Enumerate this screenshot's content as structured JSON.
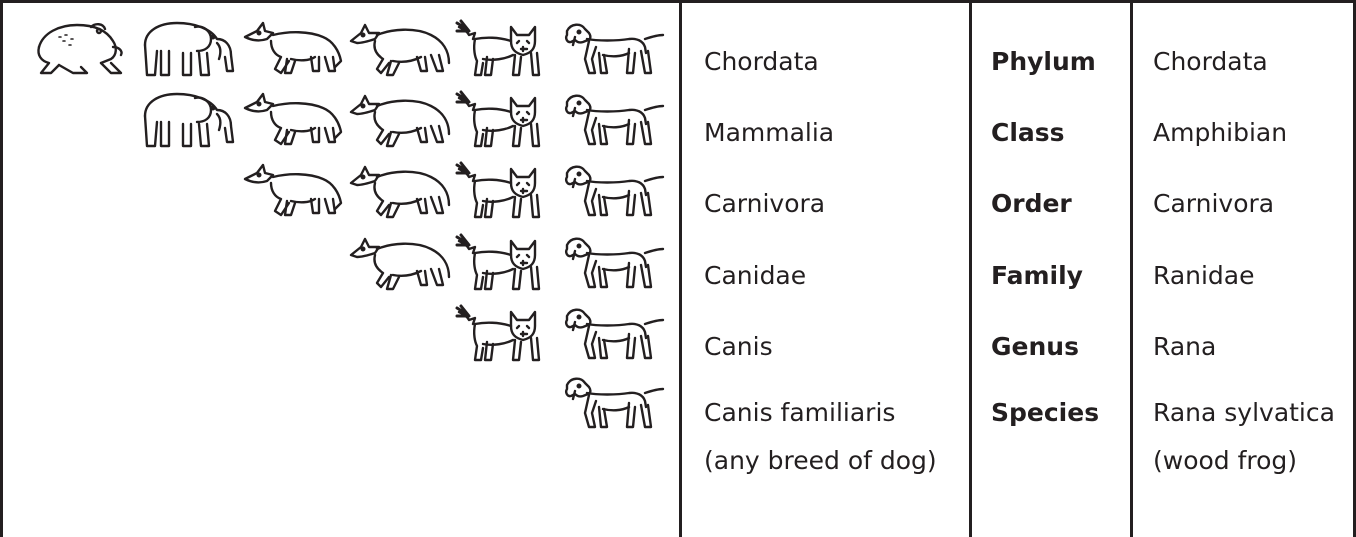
{
  "rows": [
    {
      "dog_taxon": "Chordata",
      "rank": "Phylum",
      "frog_taxon": "Chordata",
      "icons": [
        "dog-icon",
        "cat-icon",
        "wolf-icon",
        "fox-icon",
        "elephant-icon",
        "frog-icon"
      ]
    },
    {
      "dog_taxon": "Mammalia",
      "rank": "Class",
      "frog_taxon": "Amphibian",
      "icons": [
        "dog-icon",
        "cat-icon",
        "wolf-icon",
        "fox-icon",
        "elephant-icon"
      ]
    },
    {
      "dog_taxon": "Carnivora",
      "rank": "Order",
      "frog_taxon": "Carnivora",
      "icons": [
        "dog-icon",
        "cat-icon",
        "wolf-icon",
        "fox-icon"
      ]
    },
    {
      "dog_taxon": "Canidae",
      "rank": "Family",
      "frog_taxon": "Ranidae",
      "icons": [
        "dog-icon",
        "cat-icon",
        "wolf-icon"
      ]
    },
    {
      "dog_taxon": "Canis",
      "rank": "Genus",
      "frog_taxon": "Rana",
      "icons": [
        "dog-icon",
        "cat-icon"
      ]
    },
    {
      "dog_taxon_line1": "Canis familiaris",
      "dog_taxon_line2": "(any breed of dog)",
      "rank": "Species",
      "frog_taxon_line1": "Rana sylvatica",
      "frog_taxon_line2": "(wood frog)",
      "icons": [
        "dog-icon"
      ]
    }
  ],
  "colors": {
    "ink": "#231f20",
    "background": "#ffffff"
  }
}
